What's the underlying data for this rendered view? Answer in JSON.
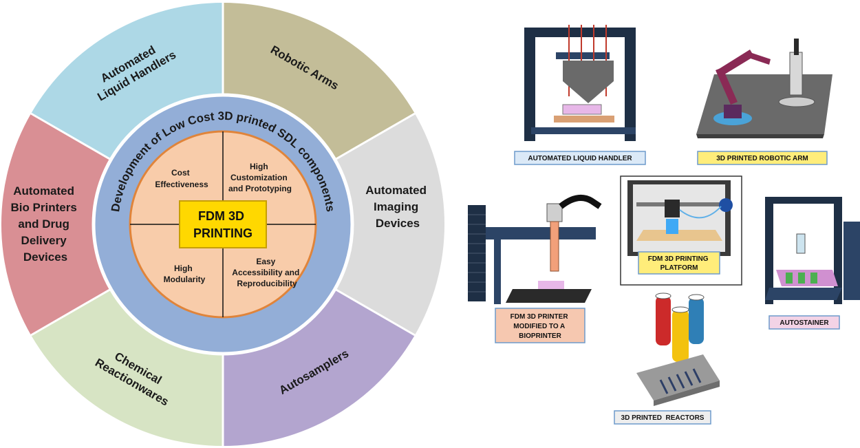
{
  "colors": {
    "liquid_handlers": "#add8e6",
    "robotic_arms": "#c3bd98",
    "imaging": "#dcdcdc",
    "autosamplers": "#b3a5cf",
    "reactionwares": "#d7e4c4",
    "bioprinters": "#d98f94",
    "middle_ring": "#93aed7",
    "core": "#f8ccaa",
    "center_box": "#ffd800",
    "caption_blue": "#dbe9f7",
    "caption_yellow": "#ffed7a",
    "caption_peach": "#f6c8b0",
    "caption_pink": "#f3d3e6",
    "caption_gray": "#eeeeee"
  },
  "outer_ring": {
    "liquid_handlers": [
      "Automated",
      "Liquid Handlers"
    ],
    "robotic_arms": [
      "Robotic Arms"
    ],
    "imaging": [
      "Automated",
      "Imaging",
      "Devices"
    ],
    "autosamplers": [
      "Autosamplers"
    ],
    "reactionwares": [
      "Chemical",
      "Reactionwares"
    ],
    "bioprinters": [
      "Automated",
      "Bio Printers",
      "and Drug",
      "Delivery",
      "Devices"
    ]
  },
  "middle_ring": {
    "title": "Development of Low Cost 3D printed SDL components"
  },
  "core": {
    "q1": [
      "Cost",
      "Effectiveness"
    ],
    "q2": [
      "High",
      "Customization",
      "and Prototyping"
    ],
    "q3": [
      "High",
      "Modularity"
    ],
    "q4": [
      "Easy",
      "Accessibility and",
      "Reproducibility"
    ]
  },
  "center": {
    "lines": [
      "FDM 3D",
      "PRINTING"
    ]
  },
  "captions": {
    "liquid_handler": "AUTOMATED LIQUID HANDLER",
    "robotic_arm": "3D PRINTED ROBOTIC ARM",
    "bioprinter": [
      "FDM 3D PRINTER",
      "MODIFIED TO A",
      "BIOPRINTER"
    ],
    "platform": [
      "FDM 3D PRINTING",
      "PLATFORM"
    ],
    "autostainer": "AUTOSTAINER",
    "reactors": "3D PRINTED  REACTORS"
  }
}
